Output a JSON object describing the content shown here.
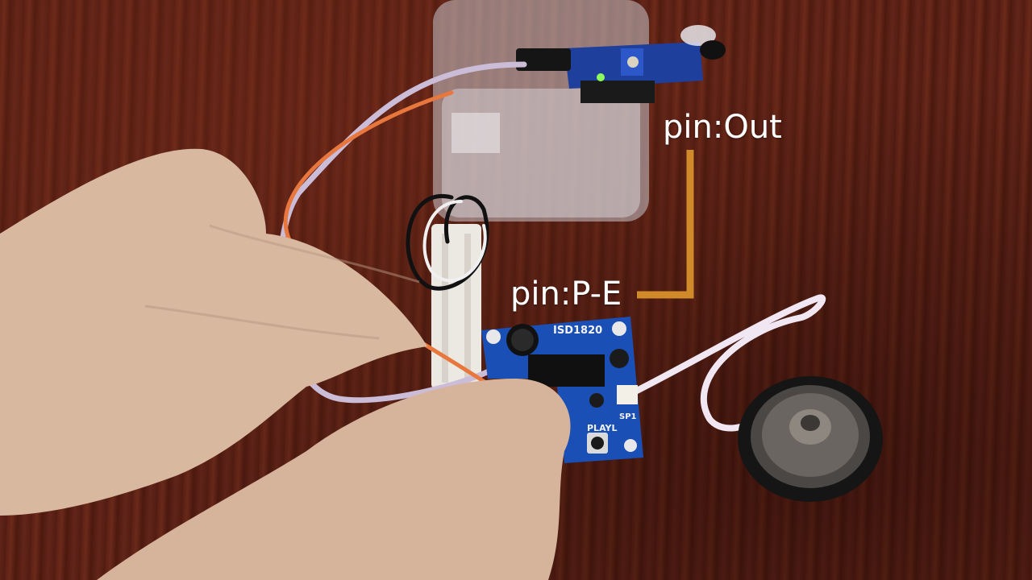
{
  "callouts": {
    "out": "pin:Out",
    "pe": "pin:P-E"
  },
  "board": {
    "chip_label": "ISD1820",
    "play_label": "PLAYL",
    "speaker_label": "SP1"
  },
  "colors": {
    "callout_line": "#d08a2a",
    "callout_text": "#ffffff",
    "pcb_blue": "#1a4fb5",
    "wire_orange": "#e8773d",
    "wire_lavender": "#cbbcd8"
  }
}
